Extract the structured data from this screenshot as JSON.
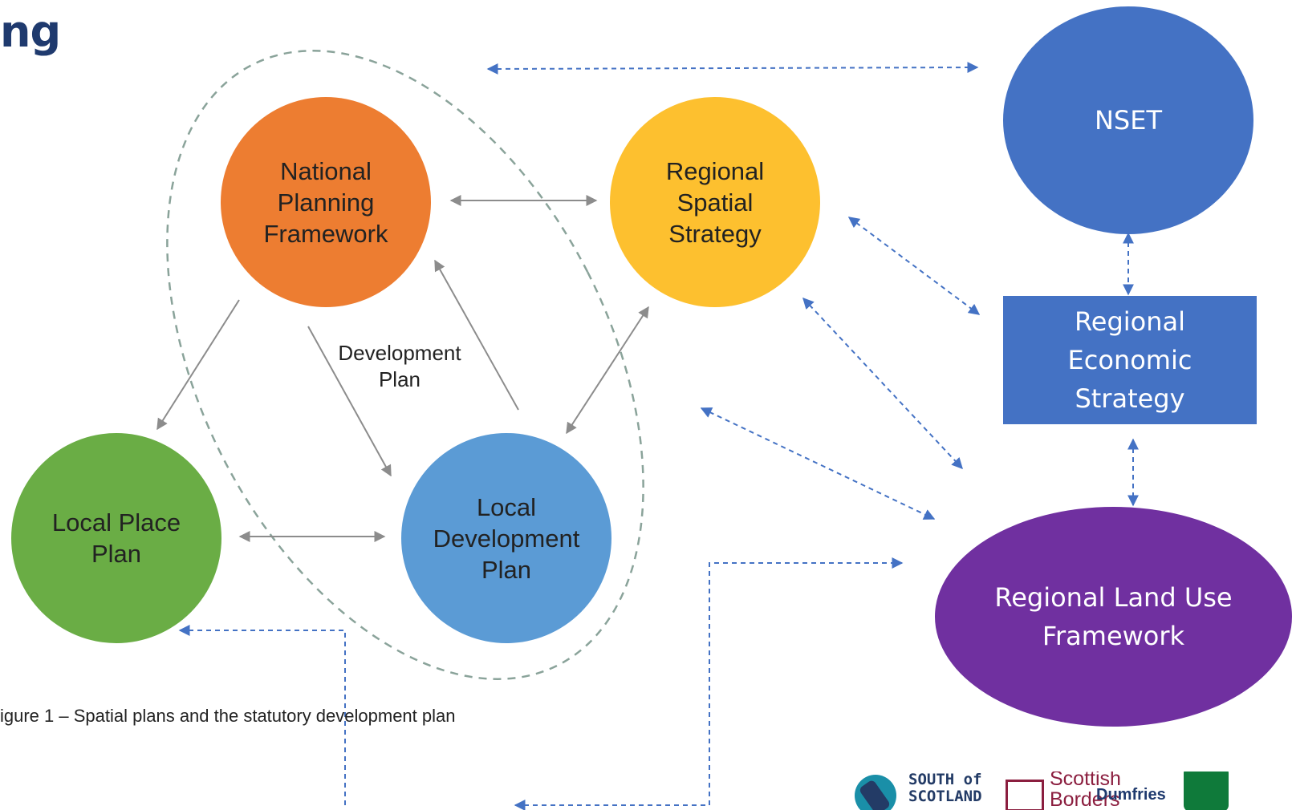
{
  "page": {
    "heading_fragment": "ng"
  },
  "nodes": {
    "npf": {
      "label": "National\nPlanning\nFramework",
      "color": "#ed7d31"
    },
    "rss": {
      "label": "Regional\nSpatial\nStrategy",
      "color": "#fdc02f"
    },
    "lpp": {
      "label": "Local Place\nPlan",
      "color": "#6aad45"
    },
    "ldp": {
      "label": "Local\nDevelopment\nPlan",
      "color": "#5b9bd5"
    },
    "nset": {
      "label": "NSET",
      "color": "#4472c4"
    },
    "res": {
      "label": "Regional\nEconomic\nStrategy",
      "color": "#4472c4"
    },
    "rluf": {
      "label": "Regional Land Use\nFramework",
      "color": "#7030a0"
    }
  },
  "group_label": "Development\nPlan",
  "caption": "igure 1 – Spatial plans and the statutory development plan",
  "logos": {
    "south_of_scotland": "SOUTH of\nSCOTLAND",
    "scottish_borders": "Scottish\nBorders",
    "dumfries": "Dumfries"
  },
  "colors": {
    "solid_connector": "#8c8c8c",
    "dashed_connector": "#4472c4",
    "group_outline": "#8aa39a",
    "heading": "#1f3a6e"
  }
}
